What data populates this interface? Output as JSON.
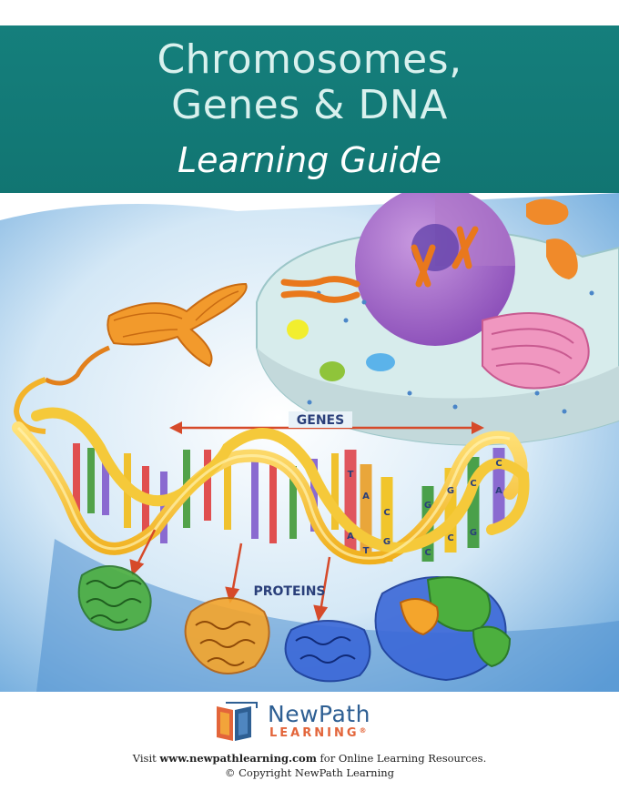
{
  "header": {
    "title_line1": "Chromosomes,",
    "title_line2": "Genes & DNA",
    "subtitle": "Learning Guide"
  },
  "illustration": {
    "genes_label": "GENES",
    "proteins_label": "PROTEINS",
    "bases": [
      "T",
      "A",
      "A",
      "T",
      "C",
      "G",
      "G",
      "C",
      "G",
      "C",
      "C",
      "G",
      "C",
      "A"
    ]
  },
  "logo": {
    "name_top": "NewPath",
    "name_bottom": "LEARNING",
    "trademark": "®"
  },
  "footer": {
    "visit_prefix": "Visit ",
    "url": "www.newpathlearning.com",
    "visit_suffix": " for Online Learning Resources.",
    "copyright": "© Copyright NewPath Learning"
  },
  "colors": {
    "banner": "#157f7c",
    "title_text": "#d9f1ee",
    "logo_blue": "#2e5f93",
    "logo_orange": "#e3653a"
  }
}
